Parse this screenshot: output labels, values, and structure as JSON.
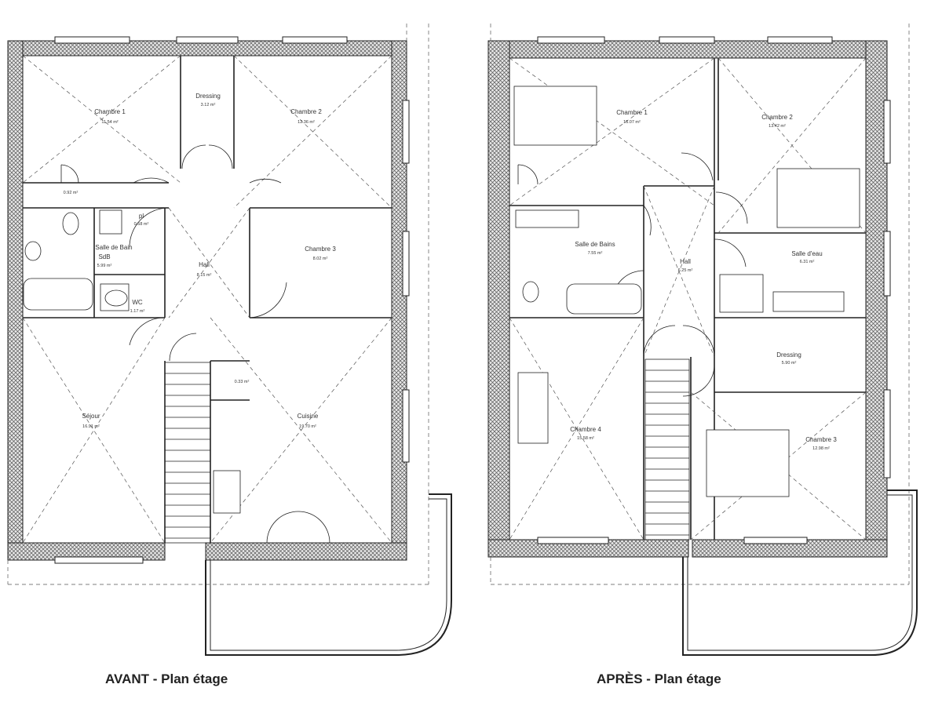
{
  "captions": {
    "before": "AVANT - Plan étage",
    "after": "APRÈS - Plan étage"
  },
  "before_rooms": [
    {
      "id": "chambre1",
      "name": "Chambre 1",
      "area": "11.54 m²"
    },
    {
      "id": "dressing",
      "name": "Dressing",
      "area": "3.12 m²"
    },
    {
      "id": "chambre2",
      "name": "Chambre 2",
      "area": "12.36 m²"
    },
    {
      "id": "placard1",
      "name": "",
      "area": "0.92 m²"
    },
    {
      "id": "pl",
      "name": "pl",
      "area": "0.58 m²"
    },
    {
      "id": "sdb",
      "name": "Salle de Bain",
      "area": ""
    },
    {
      "id": "sdb2",
      "name": "SdB",
      "area": "5.99 m²"
    },
    {
      "id": "hall",
      "name": "Hall",
      "area": "8.15 m²"
    },
    {
      "id": "chambre3",
      "name": "Chambre 3",
      "area": "8.02 m²"
    },
    {
      "id": "wc",
      "name": "WC",
      "area": "1.17 m²"
    },
    {
      "id": "placard2",
      "name": "",
      "area": "0.33 m²"
    },
    {
      "id": "sejour",
      "name": "Séjour",
      "area": "16.91 m²"
    },
    {
      "id": "cuisine",
      "name": "Cuisine",
      "area": "19.70 m²"
    }
  ],
  "after_rooms": [
    {
      "id": "chambre1",
      "name": "Chambre 1",
      "area": "15.07 m²"
    },
    {
      "id": "chambre2",
      "name": "Chambre 2",
      "area": "13.42 m²"
    },
    {
      "id": "sdb",
      "name": "Salle de Bains",
      "area": "7.55 m²"
    },
    {
      "id": "hall",
      "name": "Hall",
      "area": "6.25 m²"
    },
    {
      "id": "salledeau",
      "name": "Salle d'eau",
      "area": "6.31 m²"
    },
    {
      "id": "dressing",
      "name": "Dressing",
      "area": "5.90 m²"
    },
    {
      "id": "chambre4",
      "name": "Chambre 4",
      "area": "15.58 m²"
    },
    {
      "id": "chambre3",
      "name": "Chambre 3",
      "area": "12.98 m²"
    }
  ],
  "colors": {
    "wall": "#4a4a4a",
    "line": "#222222",
    "dash": "#555555"
  }
}
